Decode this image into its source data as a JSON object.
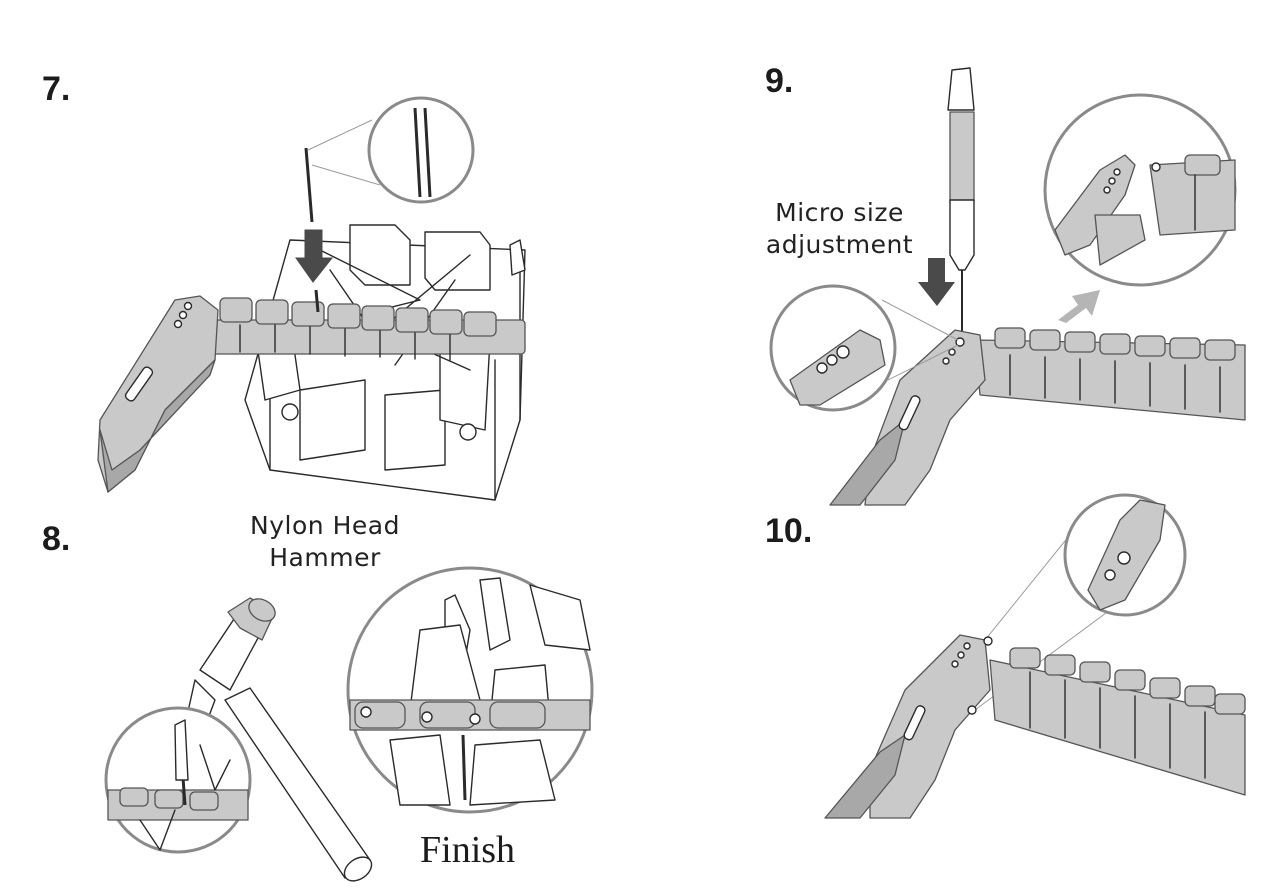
{
  "steps": {
    "s7": {
      "number": "7."
    },
    "s8": {
      "number": "8.",
      "caption_line1": "Nylon Head",
      "caption_line2": "Hammer",
      "finish_label": "Finish"
    },
    "s9": {
      "number": "9.",
      "caption_line1": "Micro size",
      "caption_line2": "adjustment"
    },
    "s10": {
      "number": "10."
    }
  },
  "colors": {
    "ink": "#2a2a2a",
    "metal": "#c9c9c9",
    "metal_dark": "#a8a8a8",
    "arrow": "#444444",
    "arrow_light": "#b5b5b5"
  }
}
